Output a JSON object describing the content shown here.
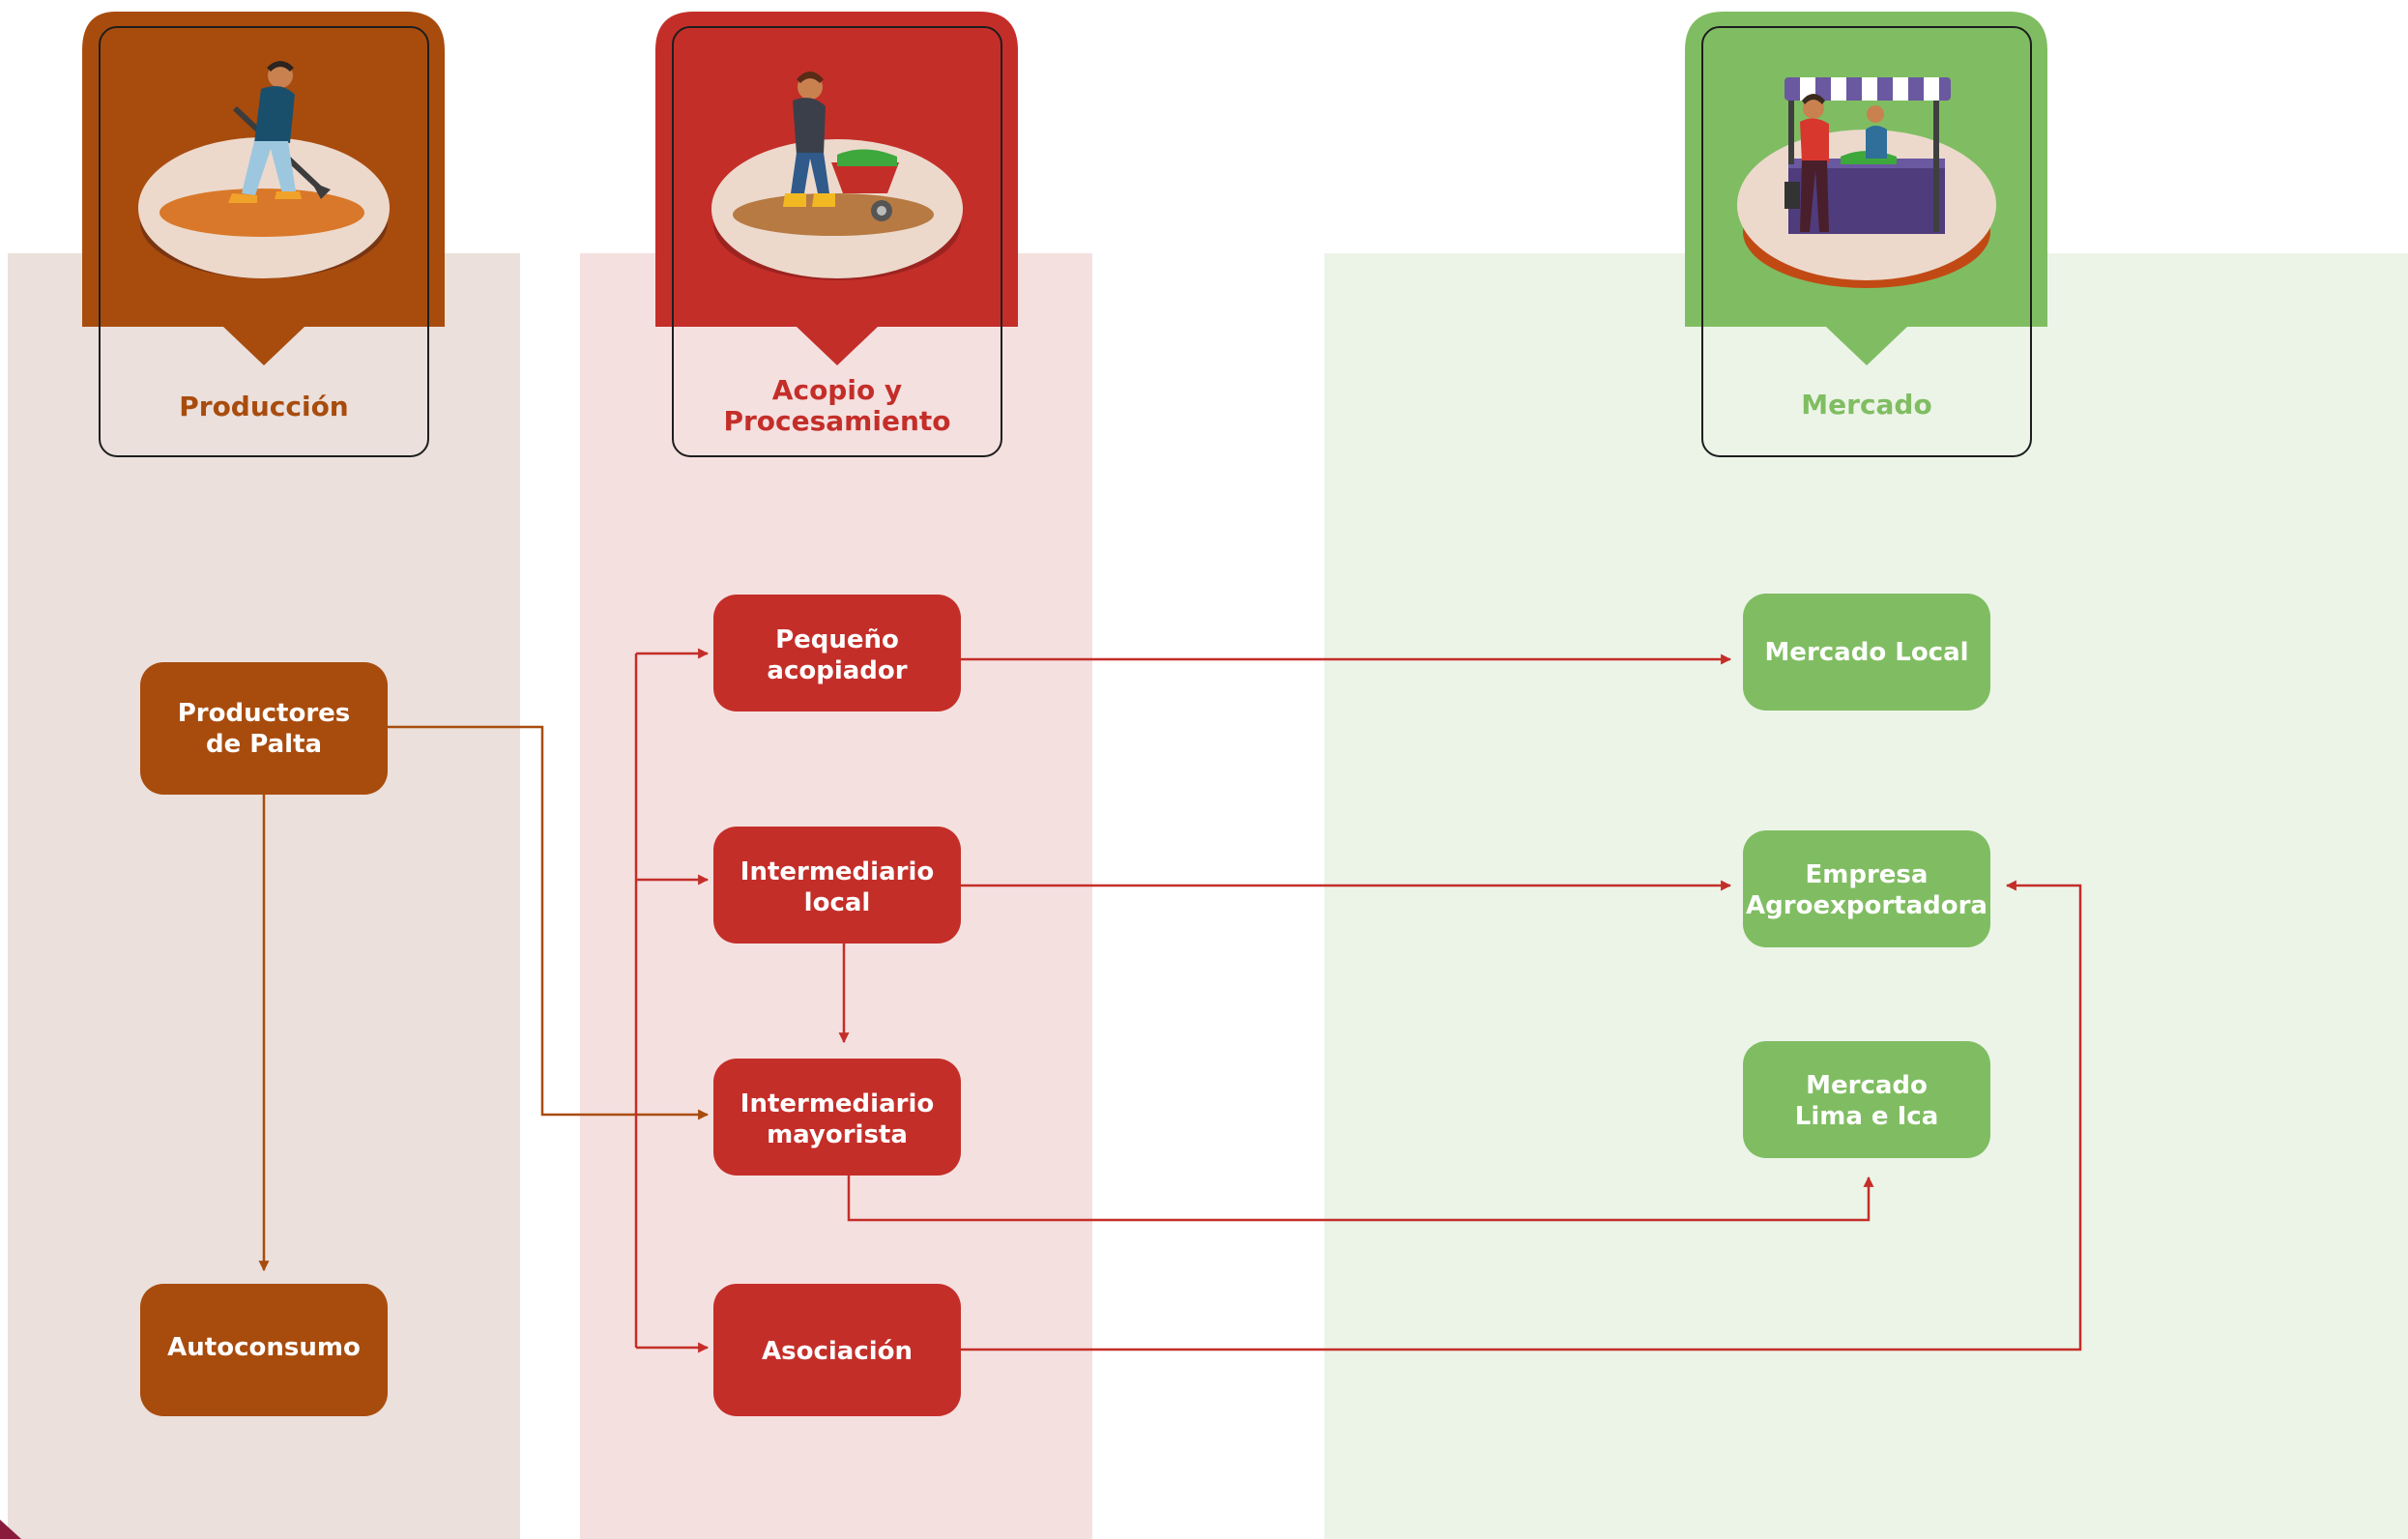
{
  "colors": {
    "produccion": "#a84c0e",
    "acopio": "#c42e29",
    "mercado": "#80bd62",
    "produccion_bg": "#ebe0db",
    "acopio_bg": "#f5e0e0",
    "mercado_bg": "#ecf4e8",
    "plate": "#ecd9cc"
  },
  "headers": {
    "produccion": "Producción",
    "acopio_line1": "Acopio y",
    "acopio_line2": "Procesamiento",
    "mercado": "Mercado"
  },
  "illustrations": {
    "produccion": "farmer-with-hoe-illustration",
    "acopio": "worker-with-wheelbarrow-illustration",
    "mercado": "market-stall-vendors-illustration"
  },
  "nodes": {
    "productores": {
      "line1": "Productores",
      "line2": "de Palta"
    },
    "autoconsumo": {
      "line1": "Autoconsumo"
    },
    "pequeno": {
      "line1": "Pequeño",
      "line2": "acopiador"
    },
    "int_local": {
      "line1": "Intermediario",
      "line2": "local"
    },
    "int_mayorista": {
      "line1": "Intermediario",
      "line2": "mayorista"
    },
    "asociacion": {
      "line1": "Asociación"
    },
    "mercado_local": {
      "line1": "Mercado Local"
    },
    "empresa": {
      "line1": "Empresa",
      "line2": "Agroexportadora"
    },
    "mercado_lima": {
      "line1": "Mercado",
      "line2": "Lima e Ica"
    }
  }
}
